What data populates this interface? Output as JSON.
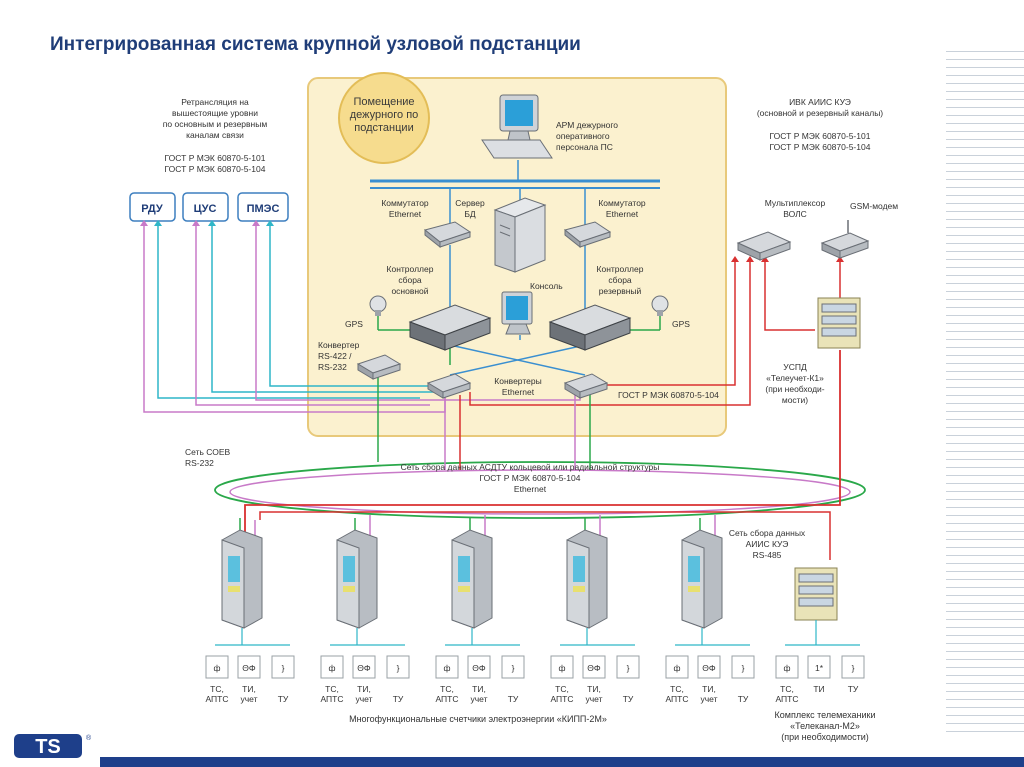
{
  "slide": {
    "title": "Интегрированная система крупной узловой подстанции"
  },
  "diagram": {
    "room_label": [
      "Помещение",
      "дежурного по",
      "подстанции"
    ],
    "relay_text": [
      "Ретрансляция на",
      "вышестоящие уровни",
      "по основным и резервным",
      "каналам связи"
    ],
    "relay_gost": [
      "ГОСТ Р МЭК 60870-5-101",
      "ГОСТ Р МЭК 60870-5-104"
    ],
    "upper_boxes": [
      "РДУ",
      "ЦУС",
      "ПМЭС"
    ],
    "arm_label": [
      "АРМ дежурного",
      "оперативного",
      "персонала ПС"
    ],
    "switch_left": [
      "Коммутатор",
      "Ethernet"
    ],
    "server_label": [
      "Сервер",
      "БД"
    ],
    "switch_right": [
      "Коммутатор",
      "Ethernet"
    ],
    "ctrl_main": [
      "Контроллер",
      "сбора",
      "основной"
    ],
    "console": "Консоль",
    "ctrl_reserve": [
      "Контроллер",
      "сбора",
      "резервный"
    ],
    "gps": "GPS",
    "converter_rs": [
      "Конвертер",
      "RS-422 /",
      "RS-232"
    ],
    "converters_eth": [
      "Конвертеры",
      "Ethernet"
    ],
    "gost_104": "ГОСТ Р МЭК 60870-5-104",
    "ivk_label": [
      "ИВК АИИС КУЭ",
      "(основной и резервный каналы)"
    ],
    "ivk_gost": [
      "ГОСТ Р МЭК 60870-5-101",
      "ГОСТ Р МЭК 60870-5-104"
    ],
    "mux_label": [
      "Мультиплексор",
      "ВОЛС"
    ],
    "gsm_label": "GSM-модем",
    "uspd_label": [
      "УСПД",
      "«Телеучет-К1»",
      "(при необходи-",
      "мости)"
    ],
    "soev_label": [
      "Сеть СОЕВ",
      "RS-232"
    ],
    "asdtu_label": [
      "Сеть сбора данных АСДТУ кольцевой или радиальной структуры",
      "ГОСТ Р МЭК 60870-5-104",
      "Ethernet"
    ],
    "aiis_net_label": [
      "Сеть сбора данных",
      "АИИС КУЭ",
      "RS-485"
    ],
    "sensor_symbols": [
      "ф",
      "ΘΦ",
      "}",
      "1*"
    ],
    "sensor_labels": {
      "ts": "ТС,",
      "apts": "АПТС",
      "ti": "ТИ,",
      "uchet": "учет",
      "ti_plain": "ТИ",
      "tu": "ТУ"
    },
    "meters_caption": "Многофункциональные счетчики электроэнергии «КИПП-2М»",
    "telemechanics_caption": [
      "Комплекс телемеханики",
      "«Телеканал-М2»",
      "(при необходимости)"
    ]
  },
  "logo": {
    "text": "TS",
    "registered": "®"
  },
  "colors": {
    "title": "#1f3d78",
    "room_fill": "#fbf1cf",
    "room_border": "#e8c97a",
    "bus_blue": "#3a8fd0",
    "line_red": "#d93030",
    "line_green": "#2aa84a",
    "line_pink": "#c87ac8",
    "line_cyan": "#2fb6c8",
    "logo_blue": "#1e3f8a"
  }
}
